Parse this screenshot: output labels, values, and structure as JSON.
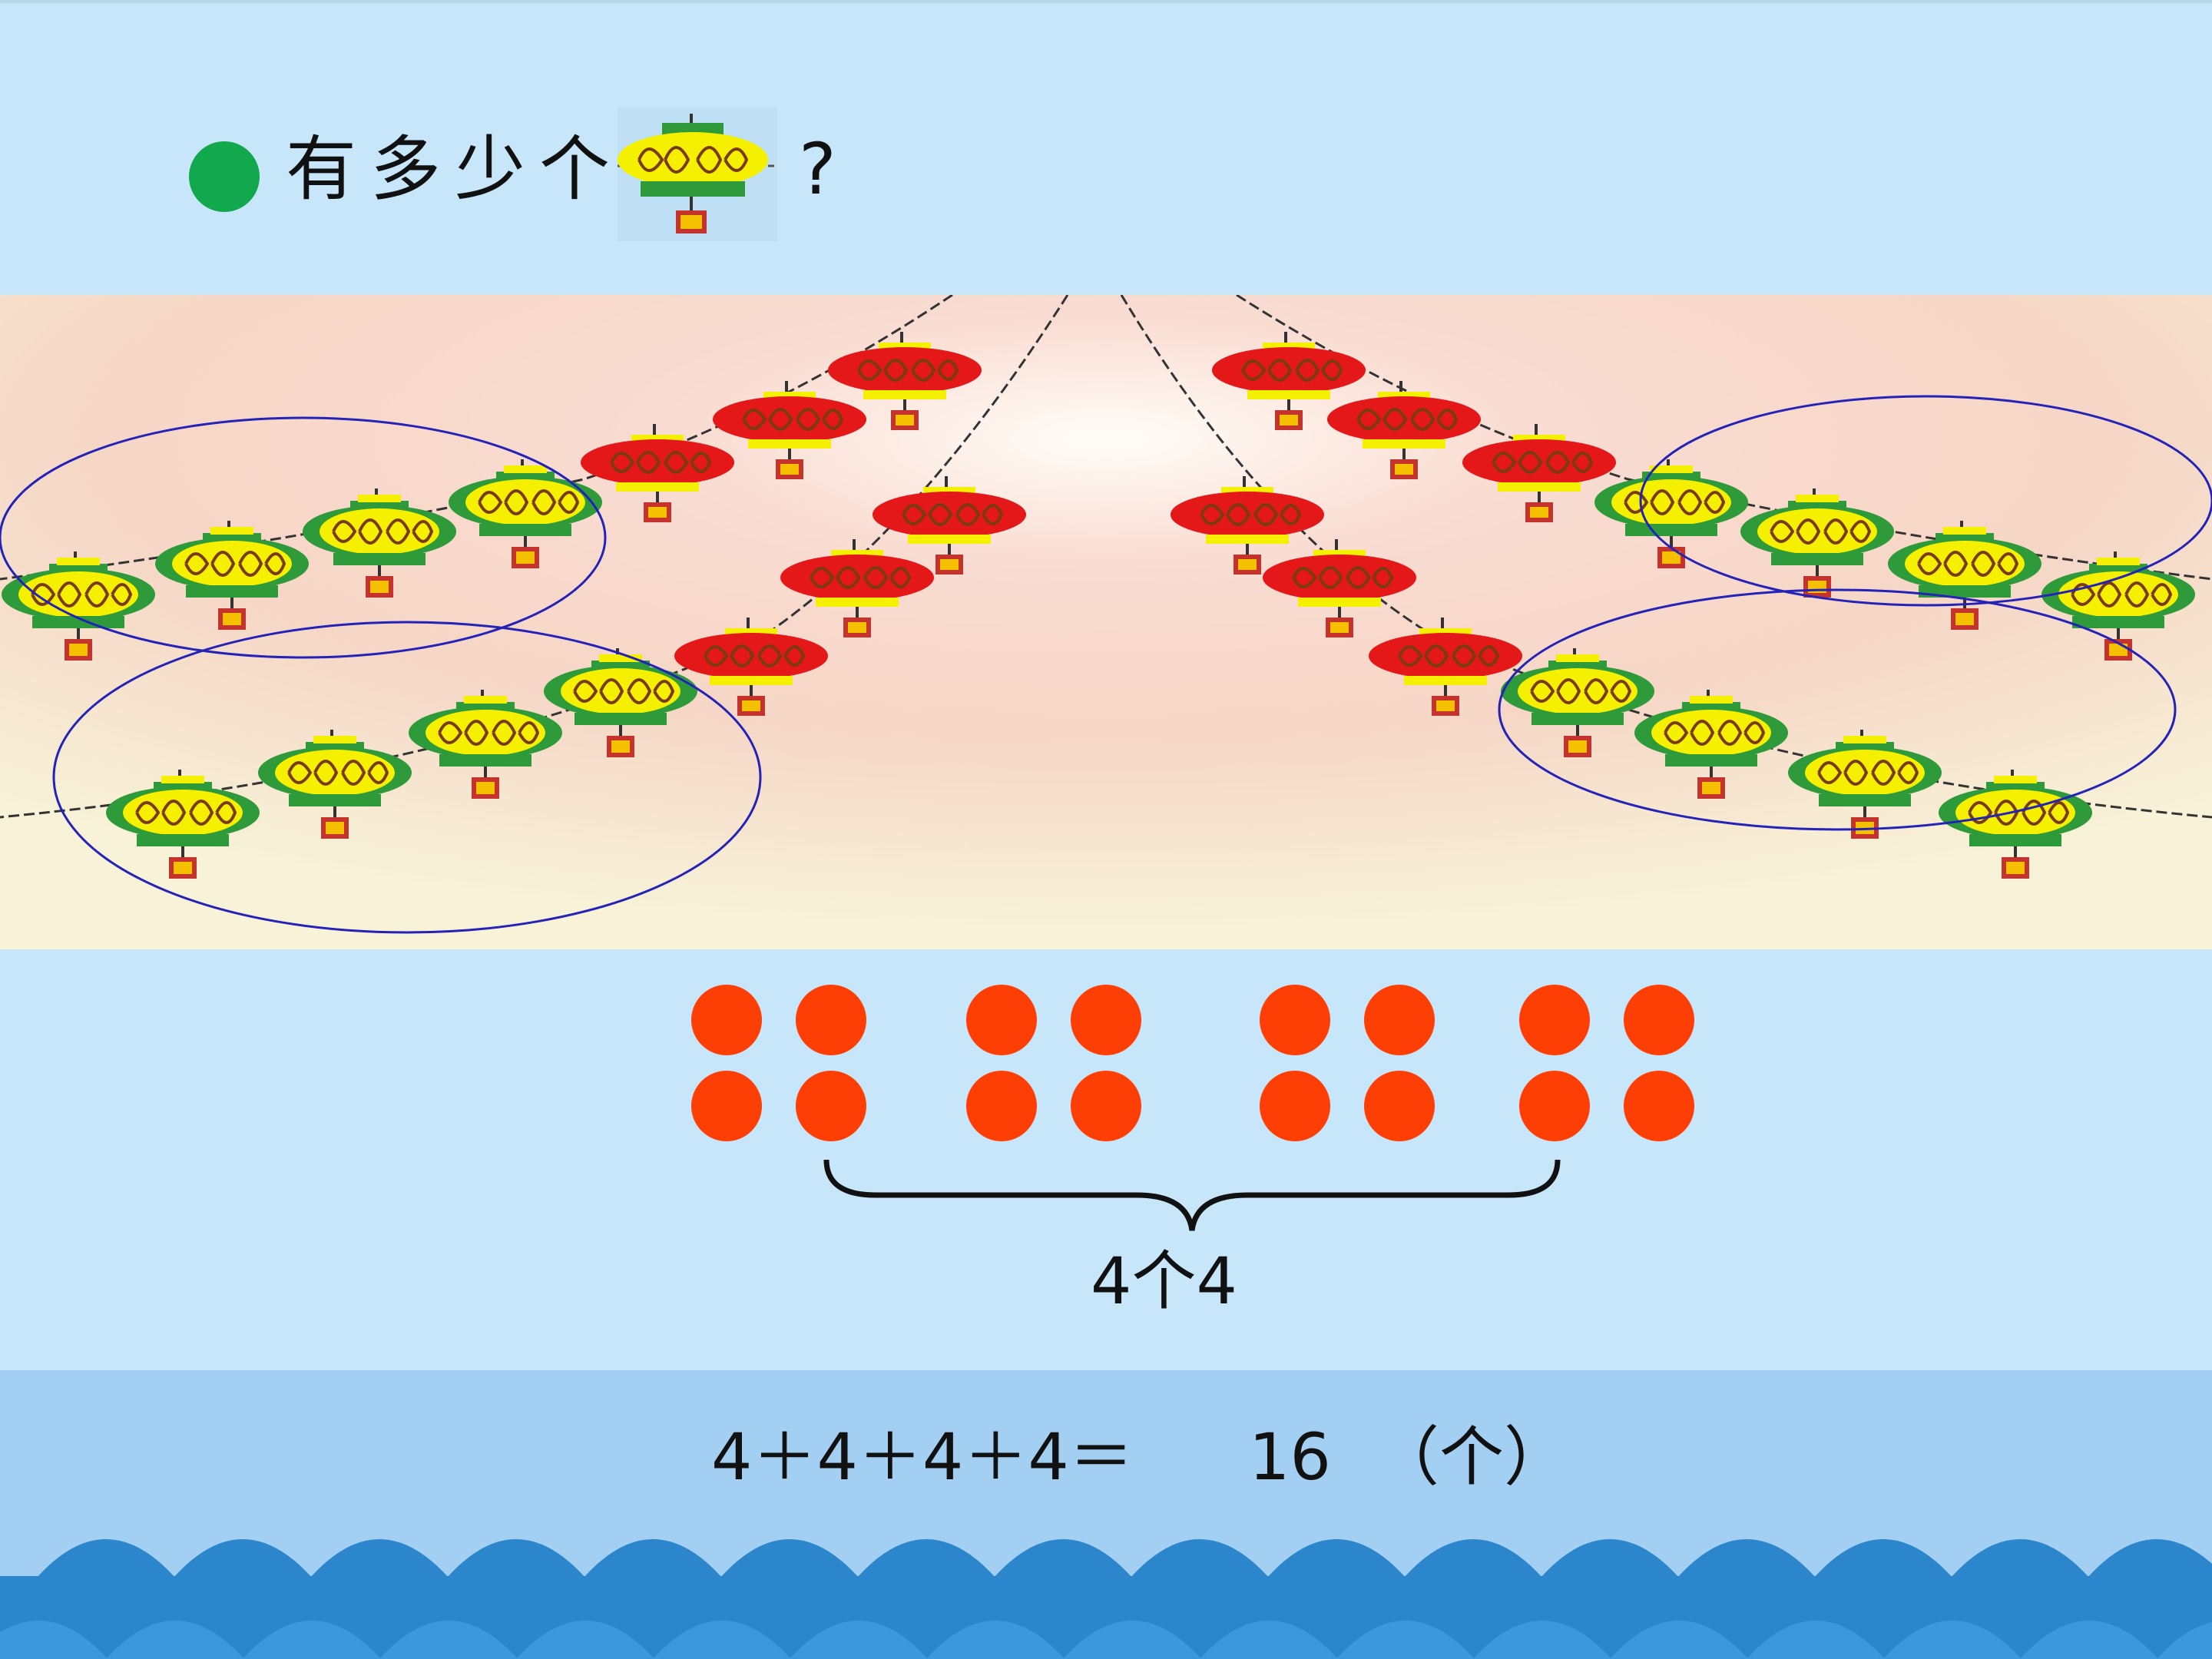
{
  "question": {
    "text": "有多少个",
    "question_mark": "?",
    "subject_icon": "lantern-icon"
  },
  "scene": {
    "group_outline_color": "#2323b8",
    "green_lanterns_per_group": 4,
    "group_count": 4
  },
  "dot_model": {
    "dot_color": "#fe3f05",
    "groups": 4,
    "dots_per_group": 4,
    "brace_label": "4个4"
  },
  "equation": {
    "expression": "4＋4＋4＋4＝",
    "answer": "16",
    "unit": "（个）"
  },
  "colors": {
    "bullet": "#12a84e",
    "background": "#c7e6fa",
    "wave_dark": "#2b86cc",
    "wave_light": "#a3cff2"
  }
}
